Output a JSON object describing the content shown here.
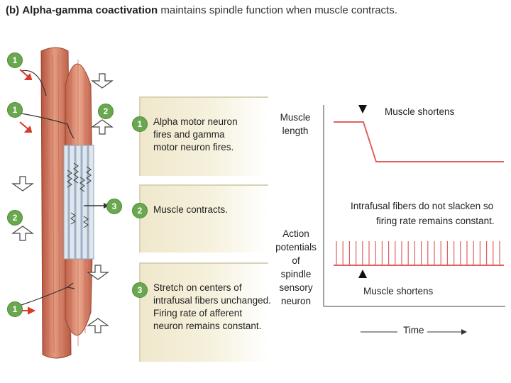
{
  "title": {
    "label": "(b)",
    "bold": "Alpha-gamma coactivation",
    "rest": "maintains spindle function when muscle contracts."
  },
  "muscle_badges": [
    "1",
    "1",
    "2",
    "2",
    "3",
    "1"
  ],
  "steps": [
    {
      "number": "1",
      "lines": [
        "Alpha motor neuron",
        "fires and gamma",
        "motor neuron fires."
      ]
    },
    {
      "number": "2",
      "lines": [
        "Muscle contracts."
      ]
    },
    {
      "number": "3",
      "lines": [
        "Stretch on centers of",
        "intrafusal fibers unchanged.",
        "Firing rate of afferent",
        "neuron remains constant."
      ]
    }
  ],
  "chart": {
    "muscle_length_label": [
      "Muscle",
      "length"
    ],
    "action_potentials_label": [
      "Action",
      "potentials",
      "of",
      "spindle",
      "sensory",
      "neuron"
    ],
    "muscle_shortens_top": "Muscle shortens",
    "intrafusal_note": [
      "Intrafusal fibers do not slacken so",
      "firing rate remains constant."
    ],
    "muscle_shortens_bottom": "Muscle shortens",
    "time_label": "Time"
  },
  "colors": {
    "muscle": "#d9846a",
    "muscle_dark": "#b5533e",
    "trace": "#e06060",
    "badge": "#6aa84f",
    "arrow_red": "#d63a2a",
    "box_fill": "#efe8cc"
  }
}
